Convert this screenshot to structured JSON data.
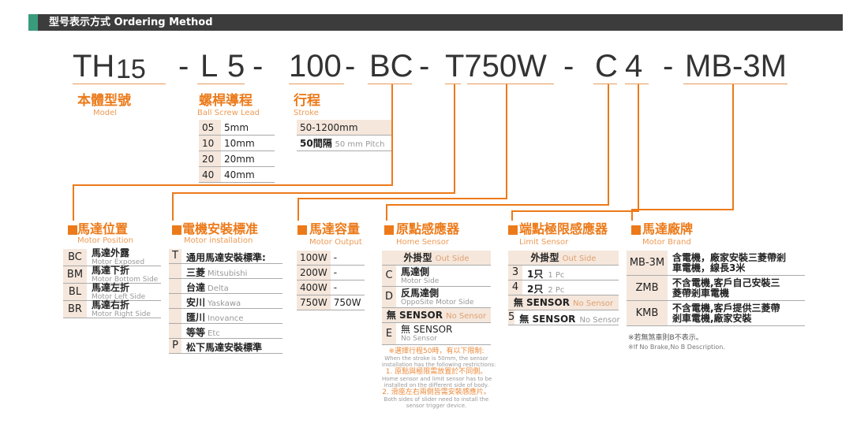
{
  "header": {
    "title": "型号表示方式  Ordering Method"
  },
  "code": [
    "TH",
    "15",
    "-",
    "L",
    "5",
    "-",
    "100",
    "-",
    "BC",
    "-",
    "T750W",
    "-",
    "C",
    "4",
    "-",
    "MB-3M"
  ],
  "model": {
    "zh": "本體型號",
    "en": "Model"
  },
  "lead": {
    "zh": "螺桿導程",
    "en": "Ball Screw Lead",
    "rows": [
      [
        "05",
        "5mm"
      ],
      [
        "10",
        "10mm"
      ],
      [
        "20",
        "20mm"
      ],
      [
        "40",
        "40mm"
      ]
    ]
  },
  "stroke": {
    "zh": "行程",
    "en": "Stroke",
    "range": "50-1200mm",
    "pitch_zh": "50間隔",
    "pitch_en": "50 mm Pitch"
  },
  "position": {
    "zh": "馬達位置",
    "en": "Motor Position",
    "rows": [
      {
        "code": "BC",
        "zh": "馬達外露",
        "en": "Motor Exposed"
      },
      {
        "code": "BM",
        "zh": "馬達下折",
        "en": "Motor Bottom Side"
      },
      {
        "code": "BL",
        "zh": "馬達左折",
        "en": "Motor Left Side"
      },
      {
        "code": "BR",
        "zh": "馬達右折",
        "en": "Motor Right Side"
      }
    ]
  },
  "installation": {
    "zh": "電機安裝標准",
    "en": "Motor installation",
    "rows": [
      {
        "code": "T",
        "zh": "通用馬達安裝標準:",
        "en": ""
      },
      {
        "code": "",
        "zh": "三菱",
        "en": "Mitsubishi"
      },
      {
        "code": "",
        "zh": "台達",
        "en": "Delta"
      },
      {
        "code": "",
        "zh": "安川",
        "en": "Yaskawa"
      },
      {
        "code": "",
        "zh": "匯川",
        "en": "Inovance"
      },
      {
        "code": "",
        "zh": "等等",
        "en": "Etc"
      },
      {
        "code": "P",
        "zh": "松下馬達安裝標準",
        "en": ""
      }
    ]
  },
  "output": {
    "zh": "馬達容量",
    "en": "Motor Output",
    "rows": [
      [
        "100W",
        "-"
      ],
      [
        "200W",
        "-"
      ],
      [
        "400W",
        "-"
      ],
      [
        "750W",
        "750W"
      ]
    ]
  },
  "home": {
    "zh": "原點感應器",
    "en": "Home Sensor",
    "head_zh": "外掛型",
    "head_en": "Out Side",
    "rows": [
      {
        "code": "C",
        "zh": "馬達側",
        "en": "Motor Side"
      },
      {
        "code": "D",
        "zh": "反馬達側",
        "en": "OppoSite Motor Side"
      }
    ],
    "none_zh": "無 SENSOR",
    "none_en": "No Sensor",
    "e_code": "E",
    "e_zh": "無  SENSOR",
    "e_en": "No Sensor",
    "notes": [
      {
        "type": "o",
        "text": "※選擇行程50時，有以下限制:"
      },
      {
        "type": "g",
        "text": "When the stroke is 50mm, the sensor"
      },
      {
        "type": "g",
        "text": "installation has the following restrictions:"
      },
      {
        "type": "o",
        "text": "1. 原點與極限需放置於不同側。"
      },
      {
        "type": "g",
        "text": "Home sensor and limit sensor has to be"
      },
      {
        "type": "g",
        "text": "installed on the different side of body."
      },
      {
        "type": "o",
        "text": "2. 滑座左右兩側皆需安裝感應片。"
      },
      {
        "type": "g",
        "text": "Both sides of slider need to install the"
      },
      {
        "type": "g",
        "text": "sensor trigger device."
      }
    ]
  },
  "limit": {
    "zh": "端點極限感應器",
    "en": "Limit Sensor",
    "head_zh": "外掛型",
    "head_en": "Out Side",
    "rows": [
      {
        "code": "3",
        "zh": "1只",
        "en": "1 Pc"
      },
      {
        "code": "4",
        "zh": "2只",
        "en": "2 Pc"
      }
    ],
    "none_zh": "無 SENSOR",
    "none_en": "No Sensor",
    "five_code": "5",
    "five_zh": "無 SENSOR",
    "five_en": "No Sensor"
  },
  "brand": {
    "zh": "馬達廠牌",
    "en": "Motor Brand",
    "rows": [
      {
        "code": "MB-3M",
        "l1": "含電機，廠家安裝三菱帶剎",
        "l2": "車電機，線長3米"
      },
      {
        "code": "ZMB",
        "l1": "不含電機,客戶自己安裝三",
        "l2": "菱帶剎車電機"
      },
      {
        "code": "KMB",
        "l1": "不含電機,客戶提供三菱帶",
        "l2": "剎車電機,廠家安裝"
      }
    ],
    "note_zh": "※若無煞車則B不表示。",
    "note_en": "※If No Brake,No B Description."
  },
  "colors": {
    "accent": "#ec7a1a",
    "shade": "#f5e7dc",
    "header": "#3c3c3c",
    "header_accent": "#3a9a7d"
  }
}
